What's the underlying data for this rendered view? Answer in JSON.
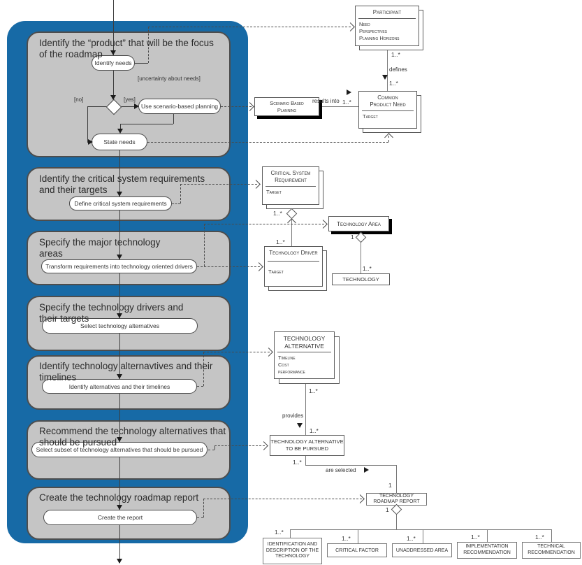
{
  "process": {
    "blocks": [
      {
        "title": "Identify the “product” that will be the focus of the roadmap"
      },
      {
        "title": "Identify the critical system requirements and their targets"
      },
      {
        "title": "Specify the major technology areas"
      },
      {
        "title": "Specify the technology drivers and their targets"
      },
      {
        "title": "Identify technology alternavtives and their timelines"
      },
      {
        "title": "Recommend the technology alternatives that should be pursued"
      },
      {
        "title": "Create the technology roadmap report"
      }
    ],
    "actions": {
      "identify_needs": "Identify needs",
      "use_scenario": "Use scenario-based planning",
      "state_needs": "State needs",
      "define_csr": "Define critical system requirements",
      "transform": "Transform requirements into technology oriented drivers",
      "select_alts": "Select technology alternatives",
      "identify_alts": "Identify alternatives and their timelines",
      "select_subset": "Select subset of technology alternatives that should be pursued",
      "create_report": "Create the report"
    },
    "guards": {
      "no": "[no]",
      "yes": "[yes]",
      "uncertainty": "[uncertainty about needs]"
    }
  },
  "model": {
    "participant": {
      "title": "Participant",
      "attr1": "Need",
      "attr2": "Perspectives",
      "attr3": "Planning Horizons"
    },
    "common_product_need": {
      "title_l1": "Common",
      "title_l2": "Product Need",
      "attr1": "Target"
    },
    "scenario_planning": {
      "title_l1": "Scenario Based",
      "title_l2": "Planning"
    },
    "critical_system_requirement": {
      "title_l1": "Critical System",
      "title_l2": "Requirement",
      "attr1": "Target"
    },
    "technology_area": {
      "title": "Technology Area"
    },
    "technology_driver": {
      "title": "Technology Driver",
      "attr1": "Target"
    },
    "technology": {
      "title": "TECHNOLOGY"
    },
    "technology_alternative": {
      "title_l1": "TECHNOLOGY",
      "title_l2": "ALTERNATIVE",
      "attr1": "Timeline",
      "attr2": "Cost",
      "attr3": "performance"
    },
    "ta_pursued": {
      "title_l1": "TECHNOLOGY ALTERNATIVE",
      "title_l2": "TO BE PURSUED"
    },
    "roadmap_report": {
      "title_l1": "TECHNOLOGY",
      "title_l2": "ROADMAP REPORT"
    },
    "children": [
      {
        "title": "IDENTIFICATION AND DESCRIPTION OF THE TECHNOLOGY"
      },
      {
        "title": "CRITICAL FACTOR"
      },
      {
        "title": "UNADDRESSED AREA"
      },
      {
        "title": "IMPLEMENTATION RECOMMENDATION"
      },
      {
        "title": "TECHNICAL RECOMMENDATION"
      }
    ]
  },
  "relations": {
    "defines": "defines",
    "results_into": "results into",
    "provides": "provides",
    "are_selected": "are selected",
    "many": "1..*",
    "one": "1"
  },
  "colors": {
    "panel_blue": "#176aa6",
    "block_gray": "#c5c5c5"
  }
}
